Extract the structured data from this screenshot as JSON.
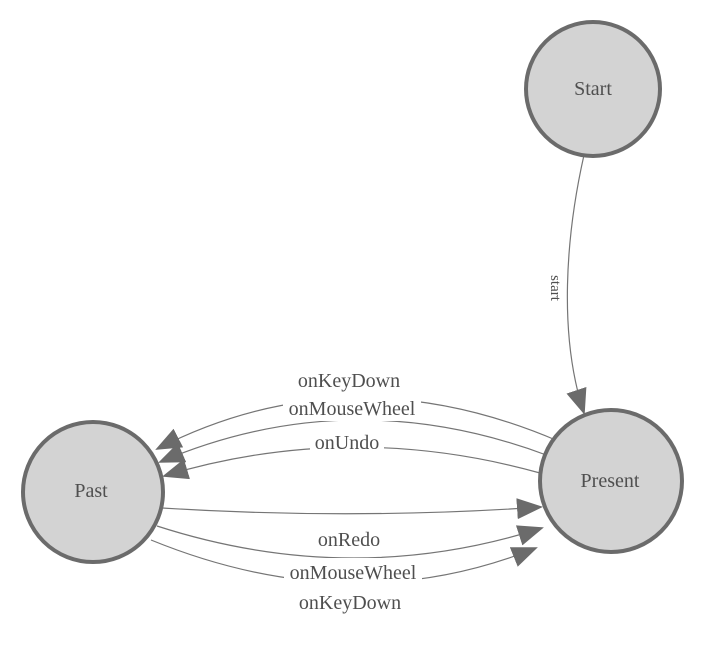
{
  "diagram": {
    "kind": "finite-state-machine",
    "background": "#ffffff",
    "colors": {
      "node_fill": "#d3d3d3",
      "node_stroke": "#6b6b6b",
      "edge": "#757575",
      "arrow": "#6b6b6b",
      "text": "#4f4f4f"
    },
    "nodes": [
      {
        "id": "start",
        "label": "Start"
      },
      {
        "id": "past",
        "label": "Past"
      },
      {
        "id": "present",
        "label": "Present"
      }
    ],
    "edges": [
      {
        "label": "start",
        "from": "Start",
        "to": "Present"
      },
      {
        "label": "onKeyDown",
        "from": "Present",
        "to": "Past"
      },
      {
        "label": "onMouseWheel",
        "from": "Present",
        "to": "Past"
      },
      {
        "label": "onUndo",
        "from": "Present",
        "to": "Past"
      },
      {
        "label": "onRedo",
        "from": "Past",
        "to": "Present"
      },
      {
        "label": "onMouseWheel",
        "from": "Past",
        "to": "Present"
      },
      {
        "label": "onKeyDown",
        "from": "Past",
        "to": "Present"
      }
    ]
  }
}
